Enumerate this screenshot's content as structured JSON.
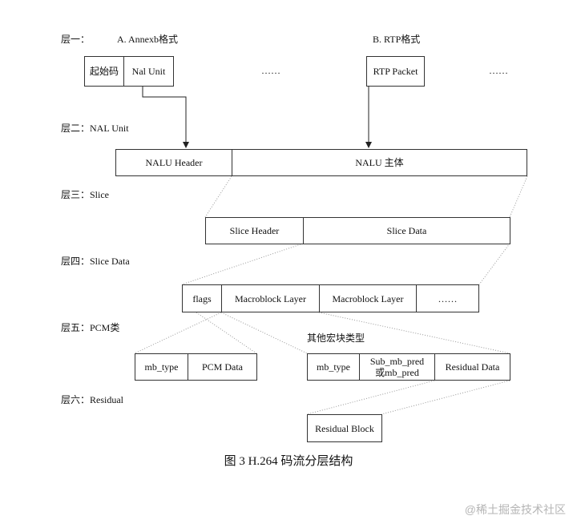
{
  "levels": [
    "层一：",
    "层二：NAL Unit",
    "层三：Slice",
    "层四：Slice Data",
    "层五：PCM类",
    "层六：Residual"
  ],
  "layer1": {
    "label_a": "A. Annexb格式",
    "label_b": "B. RTP格式",
    "start_code": "起始码",
    "nal_unit": "Nal Unit",
    "ellipsis_a": "……",
    "rtp_packet": "RTP Packet",
    "ellipsis_b": "……"
  },
  "layer2": {
    "nalu_header": "NALU Header",
    "nalu_body": "NALU 主体"
  },
  "layer3": {
    "slice_header": "Slice Header",
    "slice_data": "Slice Data"
  },
  "layer4": {
    "flags": "flags",
    "macroblock_layer_1": "Macroblock Layer",
    "macroblock_layer_2": "Macroblock Layer",
    "ellipsis": "……"
  },
  "layer5": {
    "other_label": "其他宏块类型",
    "mb_type_1": "mb_type",
    "pcm_data": "PCM Data",
    "mb_type_2": "mb_type",
    "sub_mb_pred_line1": "Sub_mb_pred",
    "sub_mb_pred_line2": "或mb_pred",
    "residual_data": "Residual Data"
  },
  "layer6": {
    "residual_block": "Residual Block"
  },
  "caption": "图 3 H.264 码流分层结构",
  "watermark": "@稀土掘金技术社区"
}
